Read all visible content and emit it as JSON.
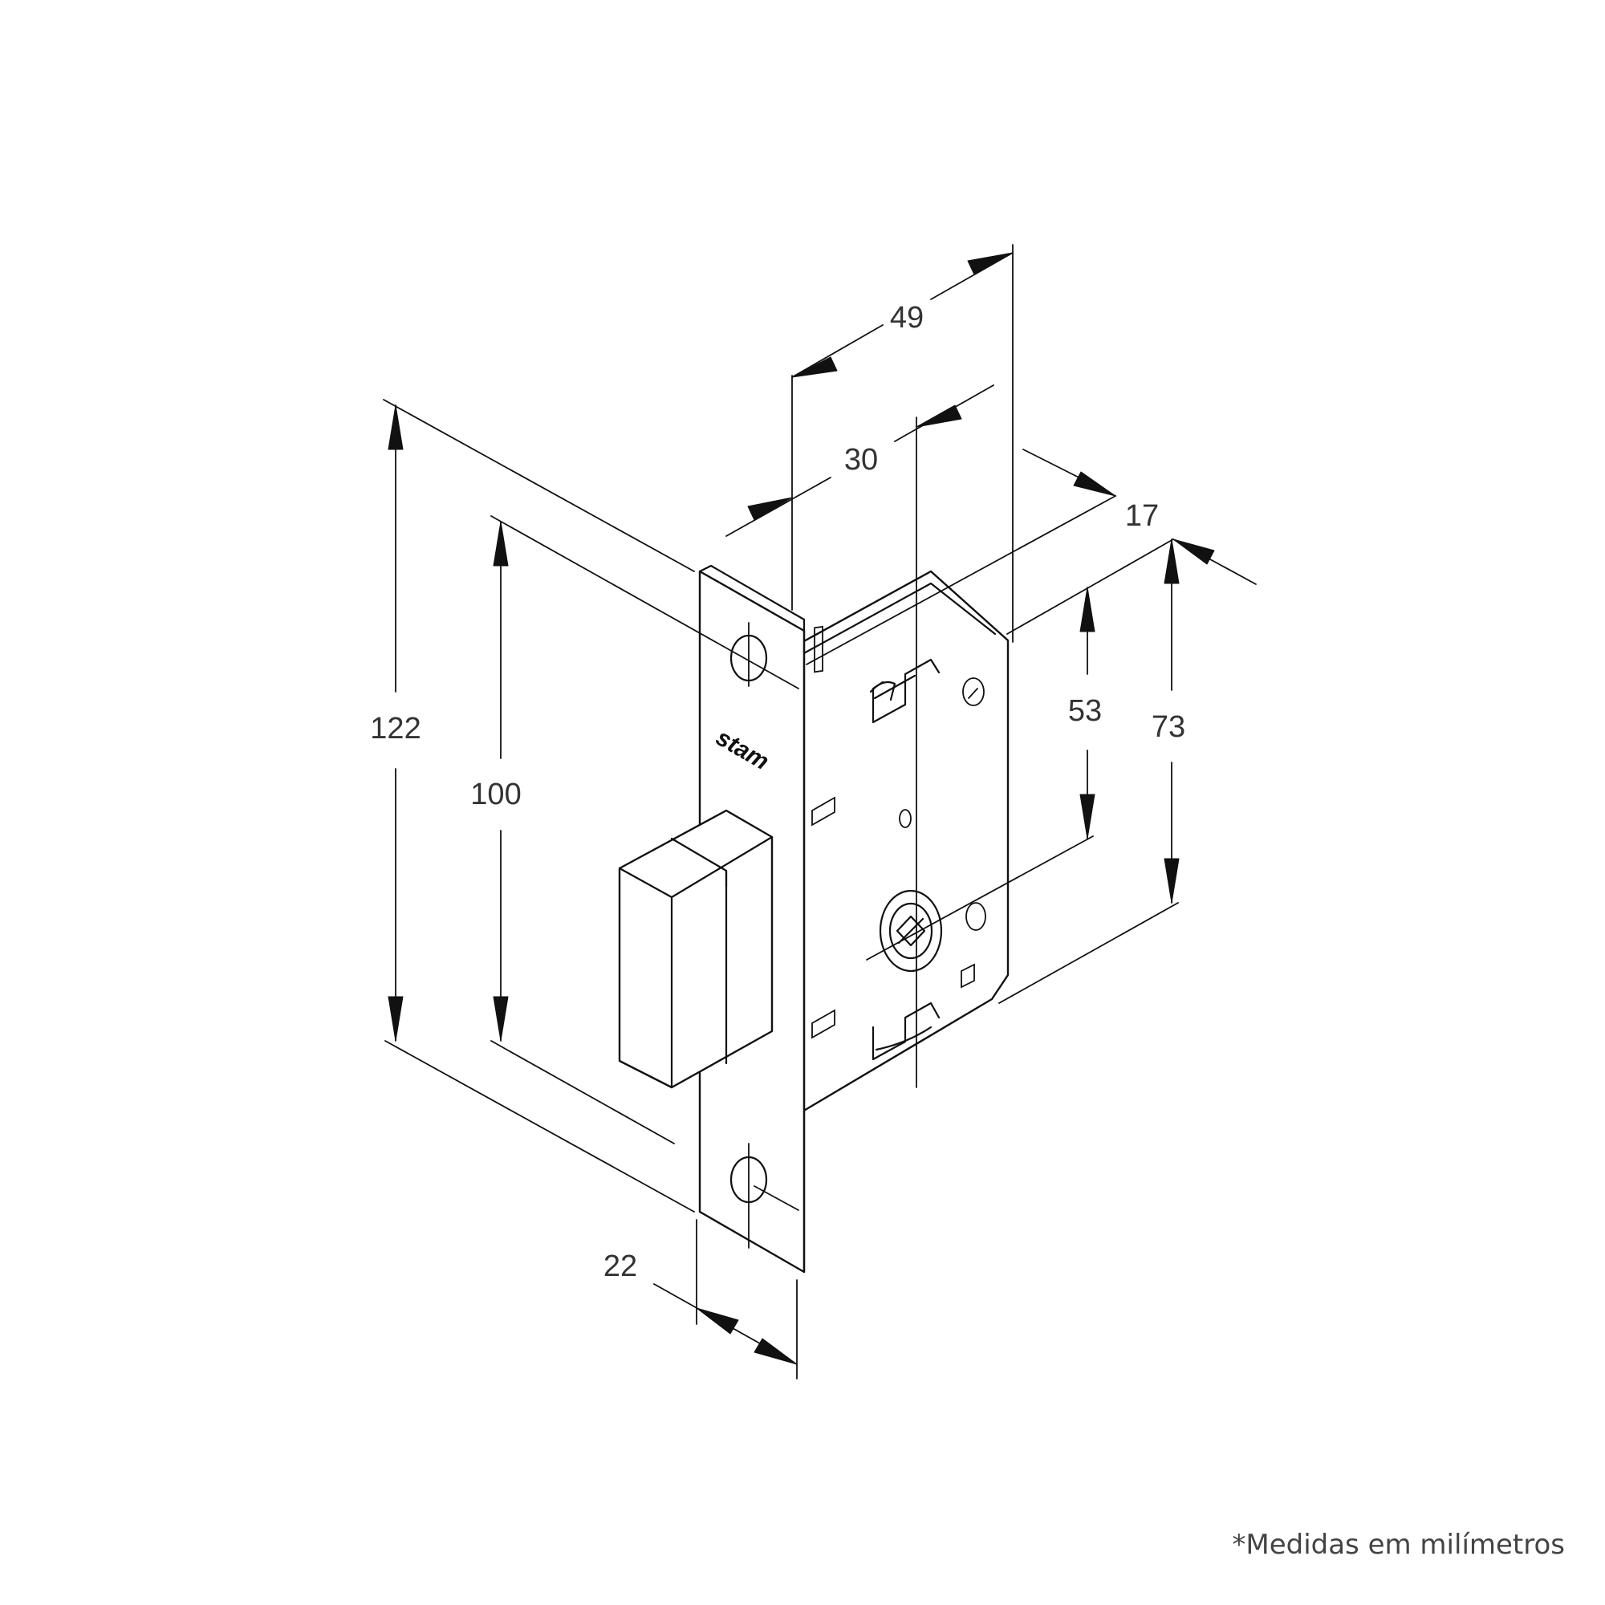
{
  "diagram": {
    "brand_mark": "stam",
    "dimensions": {
      "total_height": "122",
      "screw_spacing": "100",
      "faceplate_width": "22",
      "depth_overall": "49",
      "backset": "30",
      "case_thickness": "17",
      "case_height": "73",
      "spindle_to_latch": "53"
    }
  },
  "footnote": "*Medidas em milímetros"
}
